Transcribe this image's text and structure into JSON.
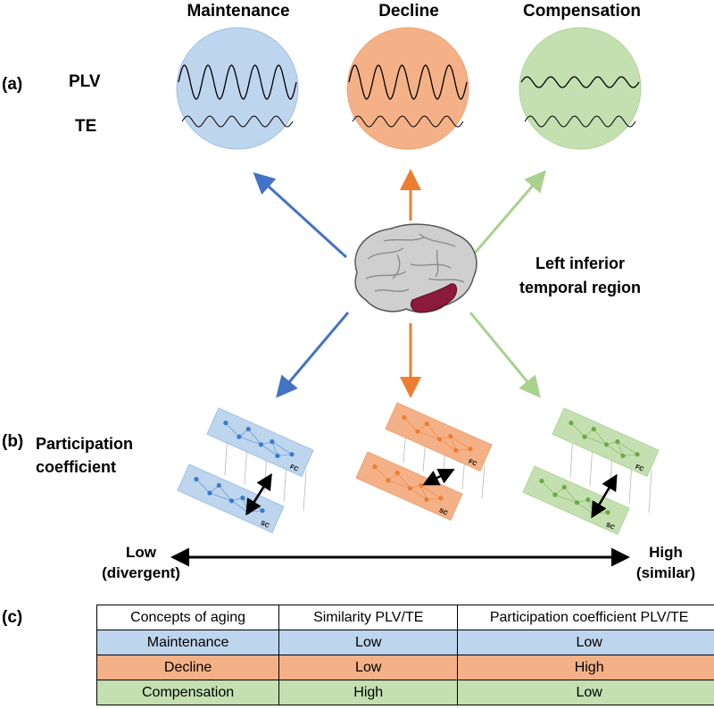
{
  "columns": [
    "Maintenance",
    "Decline",
    "Compensation"
  ],
  "panel_a": "(a)",
  "panel_b": "(b)",
  "panel_c": "(c)",
  "row_labels": {
    "plv": "PLV",
    "te": "TE"
  },
  "region_label": [
    "Left inferior",
    "temporal region"
  ],
  "participation_label": [
    "Participation",
    "coefficient"
  ],
  "network_labels": {
    "fc": "FC",
    "sc": "SC"
  },
  "scale": {
    "low": [
      "Low",
      "(divergent)"
    ],
    "high": [
      "High",
      "(similar)"
    ]
  },
  "colors": {
    "maintenance": "#bed5ee",
    "decline": "#f4b187",
    "compensation": "#c4e0b1",
    "maintenance_arrow": "#4472c4",
    "decline_arrow": "#ed7d31",
    "compensation_arrow": "#a9d18e",
    "brain_region": "#8b1a3c"
  },
  "table": {
    "header": [
      "Concepts of aging",
      "Similarity PLV/TE",
      "Participation coefficient PLV/TE"
    ],
    "rows": [
      [
        "Maintenance",
        "Low",
        "Low"
      ],
      [
        "Decline",
        "Low",
        "High"
      ],
      [
        "Compensation",
        "High",
        "Low"
      ]
    ]
  }
}
